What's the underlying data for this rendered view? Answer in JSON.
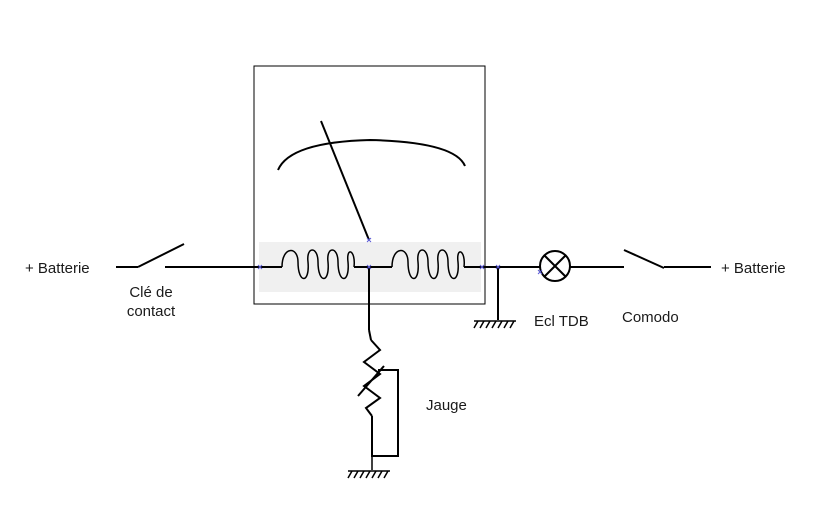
{
  "labels": {
    "left_battery": "+ Batterie",
    "ignition_key_line1": "Clé de",
    "ignition_key_line2": "contact",
    "dashboard_light": "Ecl TDB",
    "comodo": "Comodo",
    "right_battery": "+ Batterie",
    "gauge_sender": "Jauge"
  },
  "colors": {
    "wire": "#000000",
    "gauge_frame": "#000000",
    "coil_panel": "#f0f0f0",
    "node_marker": "#5a5ad6"
  },
  "icons": {
    "gauge_needle": "needle",
    "dashboard_lamp": "lamp-cross-icon",
    "ground": "ground-icon",
    "variable_resistor": "rheostat-icon"
  }
}
